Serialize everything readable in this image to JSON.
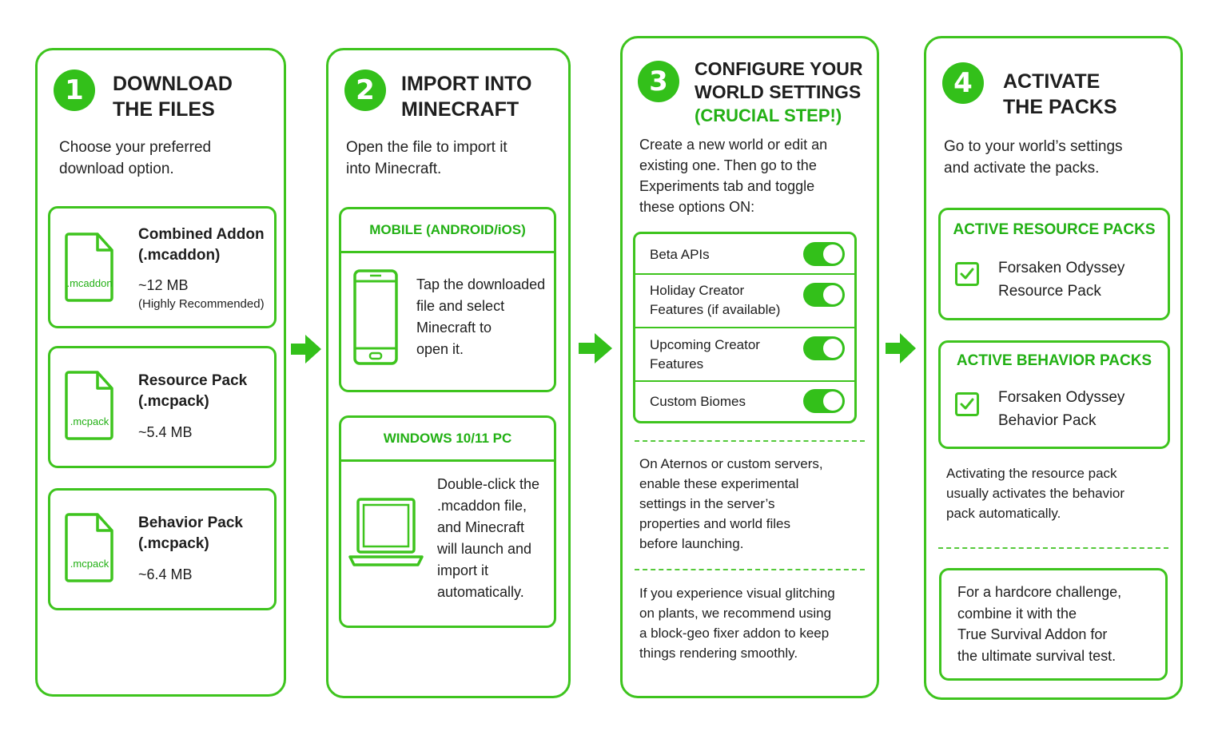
{
  "accent_color": "#3ec41e",
  "step1": {
    "number": "1",
    "title": [
      "DOWNLOAD",
      "THE FILES"
    ],
    "description": [
      "Choose your preferred",
      "download option."
    ],
    "files": [
      {
        "name": [
          "Combined Addon",
          "(.mcaddon)"
        ],
        "size": "~12 MB",
        "note": "(Highly Recommended)",
        "icon_label": ".mcaddon"
      },
      {
        "name": [
          "Resource Pack",
          "(.mcpack)"
        ],
        "size": "~5.4 MB",
        "icon_label": ".mcpack"
      },
      {
        "name": [
          "Behavior Pack",
          "(.mcpack)"
        ],
        "size": "~6.4 MB",
        "icon_label": ".mcpack"
      }
    ]
  },
  "step2": {
    "number": "2",
    "title": [
      "IMPORT INTO",
      "MINECRAFT"
    ],
    "description": [
      "Open the file to import it",
      "into Minecraft."
    ],
    "mobile": {
      "header": "MOBILE (ANDROID/iOS)",
      "text": [
        "Tap the downloaded",
        "file and select",
        "Minecraft to",
        "open it."
      ],
      "icon": "phone-icon"
    },
    "windows": {
      "header": "WINDOWS 10/11 PC",
      "text": [
        "Double-click the",
        ".mcaddon file,",
        "and Minecraft",
        "will launch and",
        "import it",
        "automatically."
      ],
      "icon": "laptop-icon"
    }
  },
  "step3": {
    "number": "3",
    "title": [
      "CONFIGURE YOUR",
      "WORLD SETTINGS"
    ],
    "title_accent": "(CRUCIAL STEP!)",
    "description": [
      "Create a new world or edit an",
      "existing one. Then go to the",
      "Experiments tab and toggle",
      "these options ON:"
    ],
    "toggles": [
      {
        "label": [
          "Beta APIs"
        ],
        "on": true
      },
      {
        "label": [
          "Holiday Creator",
          "Features (if available)"
        ],
        "on": true
      },
      {
        "label": [
          "Upcoming Creator",
          "Features"
        ],
        "on": true
      },
      {
        "label": [
          "Custom Biomes"
        ],
        "on": true
      }
    ],
    "server_note": [
      "On Aternos or custom servers,",
      "enable these experimental",
      "settings in the server’s",
      "properties and world files",
      "before launching."
    ],
    "glitch_note": [
      "If you experience visual glitching",
      "on plants, we recommend using",
      "a block-geo fixer addon to keep",
      "things rendering smoothly."
    ]
  },
  "step4": {
    "number": "4",
    "title": [
      "ACTIVATE",
      "THE PACKS"
    ],
    "description": [
      "Go to your world’s settings",
      "and activate the packs."
    ],
    "resource_packs": {
      "header": "ACTIVE RESOURCE PACKS",
      "item": [
        "Forsaken Odyssey",
        "Resource Pack"
      ],
      "checked": true
    },
    "behavior_packs": {
      "header": "ACTIVE BEHAVIOR PACKS",
      "item": [
        "Forsaken Odyssey",
        "Behavior Pack"
      ],
      "checked": true
    },
    "auto_note": [
      "Activating the resource pack",
      "usually activates the behavior",
      "pack automatically."
    ],
    "tip": [
      "For a hardcore challenge,",
      "combine it with the",
      "True Survival Addon for",
      "the ultimate survival test."
    ]
  }
}
